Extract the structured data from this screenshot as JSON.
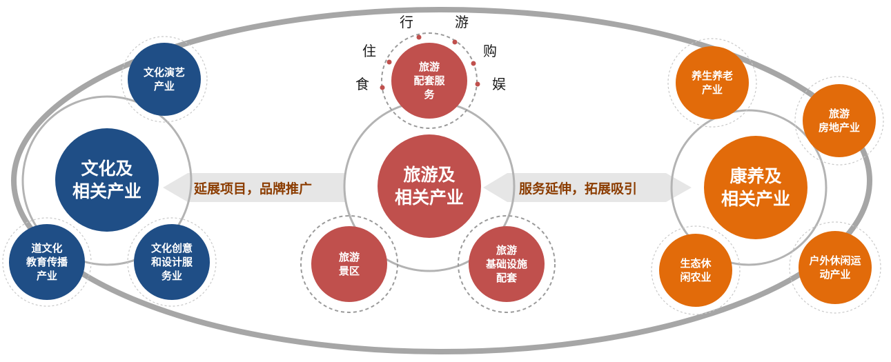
{
  "culture": {
    "main": "文化及\n相关产业",
    "performing": "文化演艺\n产业",
    "education": "道文化\n教育传播\n产业",
    "design": "文化创意\n和设计服\n务业"
  },
  "tourism": {
    "main": "旅游及\n相关产业",
    "service": "旅游\n配套服\n务",
    "scenic": "旅游\n景区",
    "infrastructure": "旅游\n基础设施\n配套",
    "aspects": {
      "food": "食",
      "lodging": "住",
      "travel": "行",
      "sightseeing": "游",
      "shopping": "购",
      "entertainment": "娱"
    }
  },
  "wellness": {
    "main": "康养及\n相关产业",
    "elderly": "养生养老\n产业",
    "realestate": "旅游\n房地产业",
    "agriculture": "生态休\n闲农业",
    "outdoor": "户外休闲运\n动产业"
  },
  "links": {
    "left": "延展项目，品牌推广",
    "right": "服务延伸，拓展吸引"
  },
  "colors": {
    "culture": "#1f4e86",
    "tourism": "#c0504d",
    "wellness": "#e26b0a",
    "ellipse": "#a6a6a6",
    "banner_text": "#8b3c00"
  }
}
